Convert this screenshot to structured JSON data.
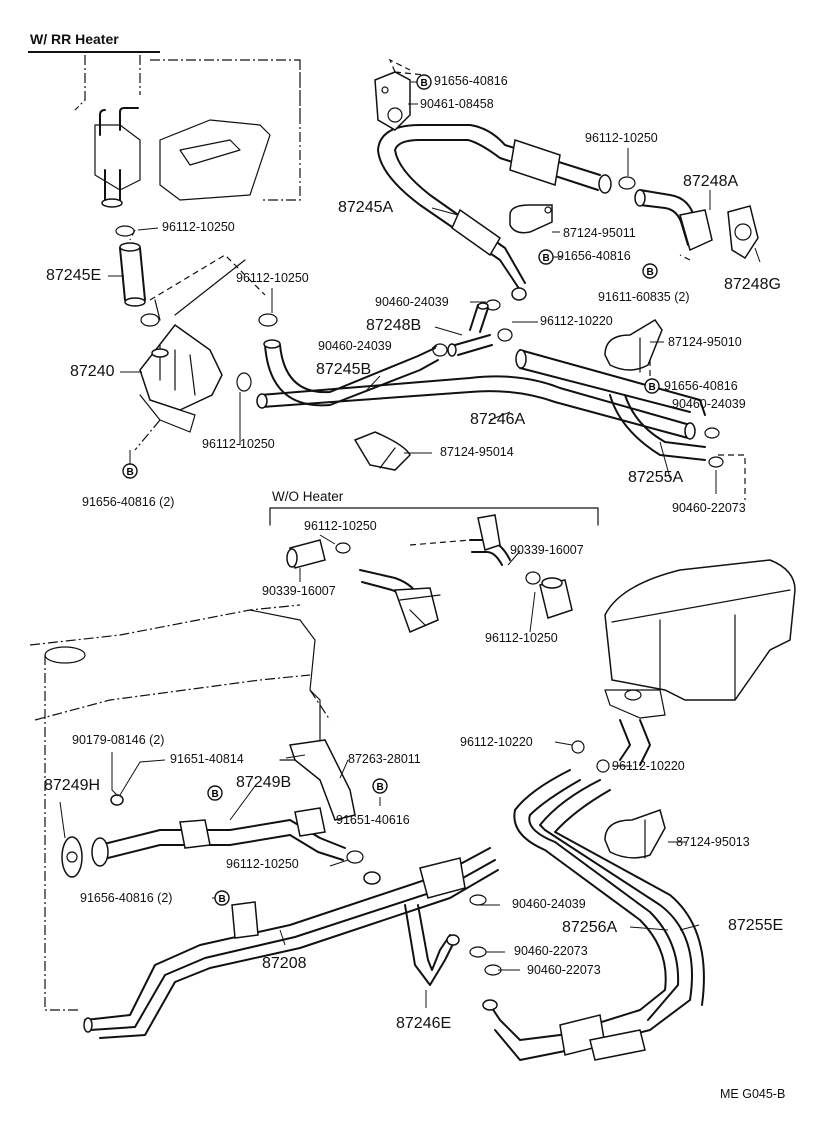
{
  "header": {
    "title": "W/ RR  Heater"
  },
  "wo_heater": {
    "title": "W/O Heater"
  },
  "footer": {
    "code": "ME  G045-B"
  },
  "bolt_marker": "B",
  "labels": {
    "p_91656_40816_top": "91656-40816",
    "p_90461_08458": "90461-08458",
    "p_96112_10250_a": "96112-10250",
    "p_87248A": "87248A",
    "p_87245A": "87245A",
    "p_87124_95011": "87124-95011",
    "p_91656_40816_b": "91656-40816",
    "p_96112_10250_b": "96112-10250",
    "p_87245E": "87245E",
    "p_96112_10250_c": "96112-10250",
    "p_91611_60835": "91611-60835 (2)",
    "p_87248G": "87248G",
    "p_90460_24039_a": "90460-24039",
    "p_87248B": "87248B",
    "p_96112_10220_a": "96112-10220",
    "p_90460_24039_b": "90460-24039",
    "p_87124_95010": "87124-95010",
    "p_87240": "87240",
    "p_87245B": "87245B",
    "p_91656_40816_c": "91656-40816",
    "p_90460_24039_c": "90460-24039",
    "p_87246A": "87246A",
    "p_96112_10250_d": "96112-10250",
    "p_87124_95014": "87124-95014",
    "p_87255A": "87255A",
    "p_91656_40816_2": "91656-40816 (2)",
    "p_90460_22073_a": "90460-22073",
    "p_96112_10250_e": "96112-10250",
    "p_90339_16007_a": "90339-16007",
    "p_90339_16007_b": "90339-16007",
    "p_96112_10250_f": "96112-10250",
    "p_90179_08146": "90179-08146 (2)",
    "p_91651_40814": "91651-40814",
    "p_87263_28011": "87263-28011",
    "p_87249H": "87249H",
    "p_87249B": "87249B",
    "p_96112_10220_b": "96112-10220",
    "p_96112_10220_c": "96112-10220",
    "p_91651_40616": "91651-40616",
    "p_87124_95013": "87124-95013",
    "p_96112_10250_g": "96112-10250",
    "p_91656_40816_2b": "91656-40816 (2)",
    "p_90460_24039_d": "90460-24039",
    "p_87256A": "87256A",
    "p_87255E": "87255E",
    "p_87208": "87208",
    "p_90460_22073_b": "90460-22073",
    "p_90460_22073_c": "90460-22073",
    "p_87246E": "87246E"
  }
}
